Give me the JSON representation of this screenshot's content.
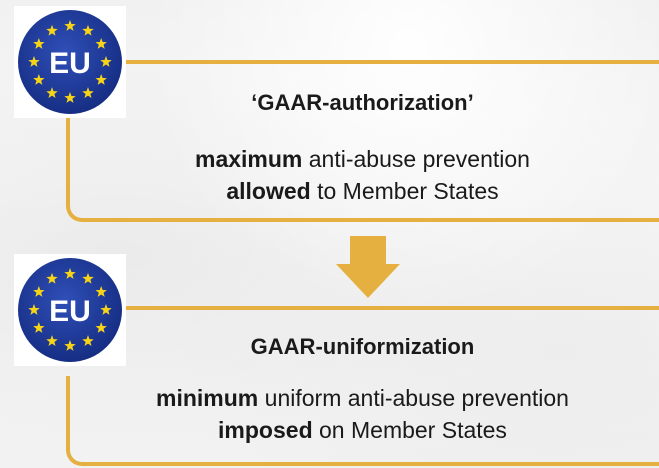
{
  "badge": {
    "label": "EU"
  },
  "top_box": {
    "title": "‘GAAR-authorization’",
    "line1_strong": "maximum",
    "line1_rest": " anti-abuse prevention",
    "line2_strong": "allowed",
    "line2_rest": " to Member States"
  },
  "bottom_box": {
    "title": "GAAR-uniformization",
    "line1_strong": "minimum",
    "line1_rest": " uniform anti-abuse prevention",
    "line2_strong": "imposed",
    "line2_rest": " on Member States"
  },
  "colors": {
    "frame": "#e5b03f",
    "arrow": "#e5b03f",
    "badge_blue": "#1f3a9a",
    "badge_star": "#f7d417"
  }
}
